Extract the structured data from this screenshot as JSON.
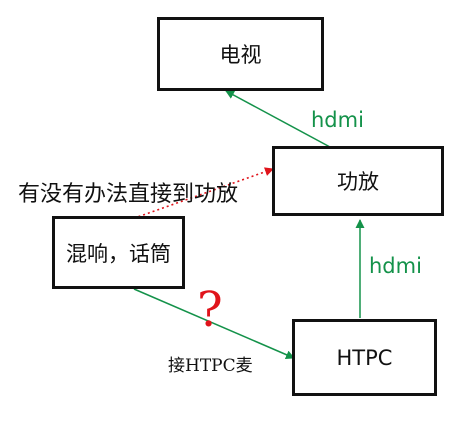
{
  "nodes": {
    "tv": "电视",
    "amp": "功放",
    "mic": "混响，话筒",
    "htpc": "HTPC"
  },
  "edge_labels": {
    "amp_to_tv": "hdmi",
    "htpc_to_amp": "hdmi"
  },
  "notes": {
    "question_text": "有没有办法直接到功放",
    "connect_text": "接HTPC麦",
    "question_mark": "?"
  },
  "colors": {
    "hdmi_line": "#14924a",
    "question_line": "#e0141b",
    "question_mark": "#e0141b",
    "box_border": "#111111"
  }
}
